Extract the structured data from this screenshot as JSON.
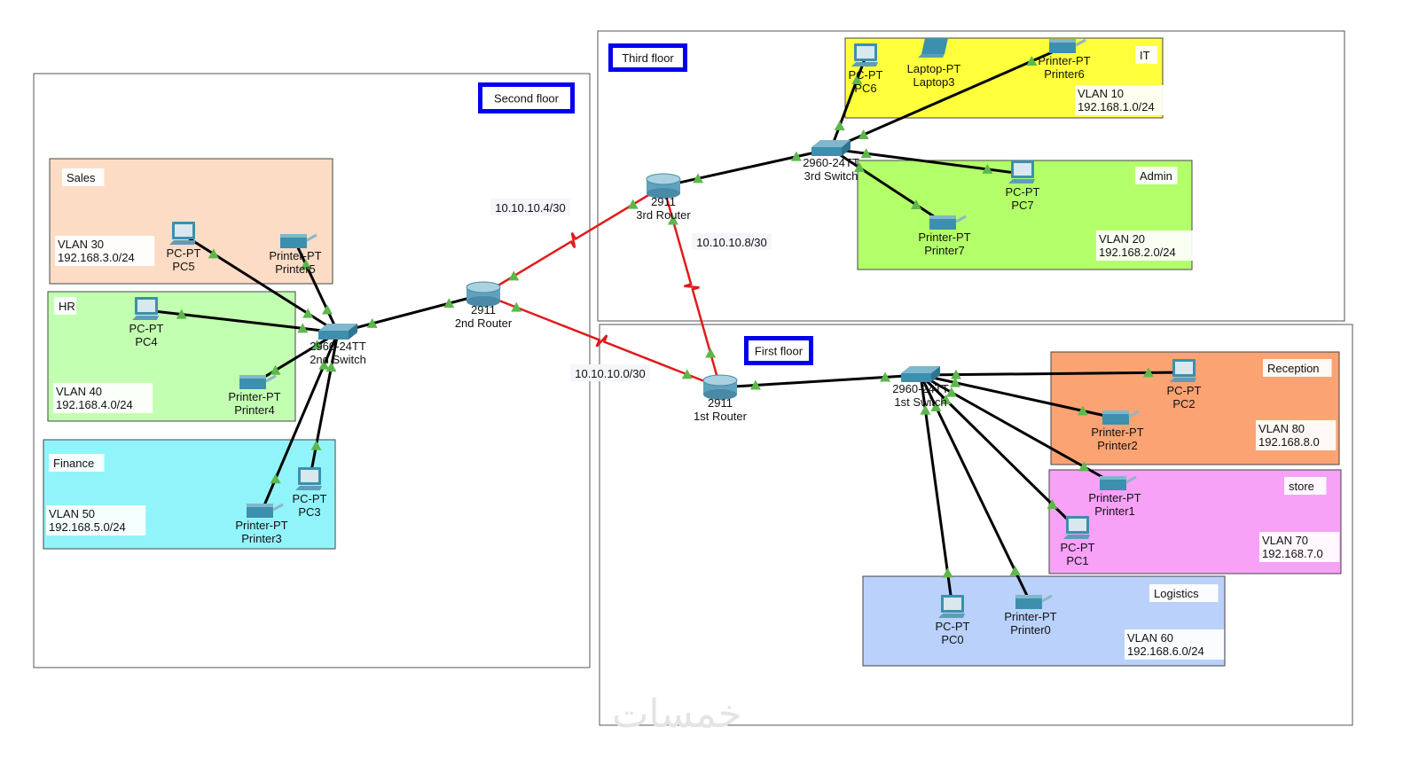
{
  "floors": [
    {
      "id": "second",
      "label": "Second floor"
    },
    {
      "id": "third",
      "label": "Third floor"
    },
    {
      "id": "first",
      "label": "First floor"
    }
  ],
  "zones": [
    {
      "id": "sales",
      "label": "Sales",
      "vlan": "VLAN 30",
      "subnet": "192.168.3.0/24",
      "color": "#fddcc5"
    },
    {
      "id": "hr",
      "label": "HR",
      "vlan": "VLAN 40",
      "subnet": "192.168.4.0/24",
      "color": "#c3ffb1"
    },
    {
      "id": "finance",
      "label": "Finance",
      "vlan": "VLAN 50",
      "subnet": "192.168.5.0/24",
      "color": "#92f4fb"
    },
    {
      "id": "it",
      "label": "IT",
      "vlan": "VLAN 10",
      "subnet": "192.168.1.0/24",
      "color": "#ffff3c"
    },
    {
      "id": "admin",
      "label": "Admin",
      "vlan": "VLAN 20",
      "subnet": "192.168.2.0/24",
      "color": "#b3ff6a"
    },
    {
      "id": "reception",
      "label": "Reception",
      "vlan": "VLAN 80",
      "subnet": "192.168.8.0",
      "color": "#fca373"
    },
    {
      "id": "store",
      "label": "store",
      "vlan": "VLAN 70",
      "subnet": "192.168.7.0",
      "color": "#f7a1f7"
    },
    {
      "id": "logistics",
      "label": "Logistics",
      "vlan": "VLAN 60",
      "subnet": "192.168.6.0/24",
      "color": "#b9d1fb"
    }
  ],
  "devices": [
    {
      "id": "r2",
      "type": "router",
      "model": "2911",
      "name": "2nd Router"
    },
    {
      "id": "r3",
      "type": "router",
      "model": "2911",
      "name": "3rd Router"
    },
    {
      "id": "r1",
      "type": "router",
      "model": "2911",
      "name": "1st Router"
    },
    {
      "id": "s2",
      "type": "switch",
      "model": "2960-24TT",
      "name": "2nd Switch"
    },
    {
      "id": "s3",
      "type": "switch",
      "model": "2960-24TT",
      "name": "3rd Switch"
    },
    {
      "id": "s1",
      "type": "switch",
      "model": "2960-24TT",
      "name": "1st Switch"
    },
    {
      "id": "pc5",
      "type": "pc",
      "model": "PC-PT",
      "name": "PC5"
    },
    {
      "id": "pr5",
      "type": "printer",
      "model": "Printer-PT",
      "name": "Printer5"
    },
    {
      "id": "pc4",
      "type": "pc",
      "model": "PC-PT",
      "name": "PC4"
    },
    {
      "id": "pr4",
      "type": "printer",
      "model": "Printer-PT",
      "name": "Printer4"
    },
    {
      "id": "pc3",
      "type": "pc",
      "model": "PC-PT",
      "name": "PC3"
    },
    {
      "id": "pr3",
      "type": "printer",
      "model": "Printer-PT",
      "name": "Printer3"
    },
    {
      "id": "pc6",
      "type": "pc",
      "model": "PC-PT",
      "name": "PC6"
    },
    {
      "id": "lt3",
      "type": "laptop",
      "model": "Laptop-PT",
      "name": "Laptop3"
    },
    {
      "id": "pr6",
      "type": "printer",
      "model": "Printer-PT",
      "name": "Printer6"
    },
    {
      "id": "pc7",
      "type": "pc",
      "model": "PC-PT",
      "name": "PC7"
    },
    {
      "id": "pr7",
      "type": "printer",
      "model": "Printer-PT",
      "name": "Printer7"
    },
    {
      "id": "pc2",
      "type": "pc",
      "model": "PC-PT",
      "name": "PC2"
    },
    {
      "id": "pr2",
      "type": "printer",
      "model": "Printer-PT",
      "name": "Printer2"
    },
    {
      "id": "pr1",
      "type": "printer",
      "model": "Printer-PT",
      "name": "Printer1"
    },
    {
      "id": "pc1",
      "type": "pc",
      "model": "PC-PT",
      "name": "PC1"
    },
    {
      "id": "pc0",
      "type": "pc",
      "model": "PC-PT",
      "name": "PC0"
    },
    {
      "id": "pr0",
      "type": "printer",
      "model": "Printer-PT",
      "name": "Printer0"
    }
  ],
  "links": [
    {
      "from": "r2",
      "to": "r3",
      "kind": "serial",
      "label": "10.10.10.4/30"
    },
    {
      "from": "r3",
      "to": "r1",
      "kind": "serial",
      "label": "10.10.10.8/30"
    },
    {
      "from": "r2",
      "to": "r1",
      "kind": "serial",
      "label": "10.10.10.0/30"
    },
    {
      "from": "r2",
      "to": "s2",
      "kind": "ethernet"
    },
    {
      "from": "r3",
      "to": "s3",
      "kind": "ethernet"
    },
    {
      "from": "r1",
      "to": "s1",
      "kind": "ethernet"
    },
    {
      "from": "s2",
      "to": "pc5",
      "kind": "ethernet"
    },
    {
      "from": "s2",
      "to": "pr5",
      "kind": "ethernet"
    },
    {
      "from": "s2",
      "to": "pc4",
      "kind": "ethernet"
    },
    {
      "from": "s2",
      "to": "pr4",
      "kind": "ethernet"
    },
    {
      "from": "s2",
      "to": "pc3",
      "kind": "ethernet"
    },
    {
      "from": "s2",
      "to": "pr3",
      "kind": "ethernet"
    },
    {
      "from": "s3",
      "to": "pc6",
      "kind": "ethernet"
    },
    {
      "from": "s3",
      "to": "pr6",
      "kind": "ethernet"
    },
    {
      "from": "s3",
      "to": "pc7",
      "kind": "ethernet"
    },
    {
      "from": "s3",
      "to": "pr7",
      "kind": "ethernet"
    },
    {
      "from": "s1",
      "to": "pc2",
      "kind": "ethernet"
    },
    {
      "from": "s1",
      "to": "pr2",
      "kind": "ethernet"
    },
    {
      "from": "s1",
      "to": "pr1",
      "kind": "ethernet"
    },
    {
      "from": "s1",
      "to": "pc1",
      "kind": "ethernet"
    },
    {
      "from": "s1",
      "to": "pc0",
      "kind": "ethernet"
    },
    {
      "from": "s1",
      "to": "pr0",
      "kind": "ethernet"
    }
  ],
  "colors": {
    "serial": "#e01b1b",
    "ethernet": "#000000",
    "link_up": "#5cb84a",
    "floor_label": "#0000ee",
    "device": "#3d8fae"
  },
  "watermark": "خمسات"
}
